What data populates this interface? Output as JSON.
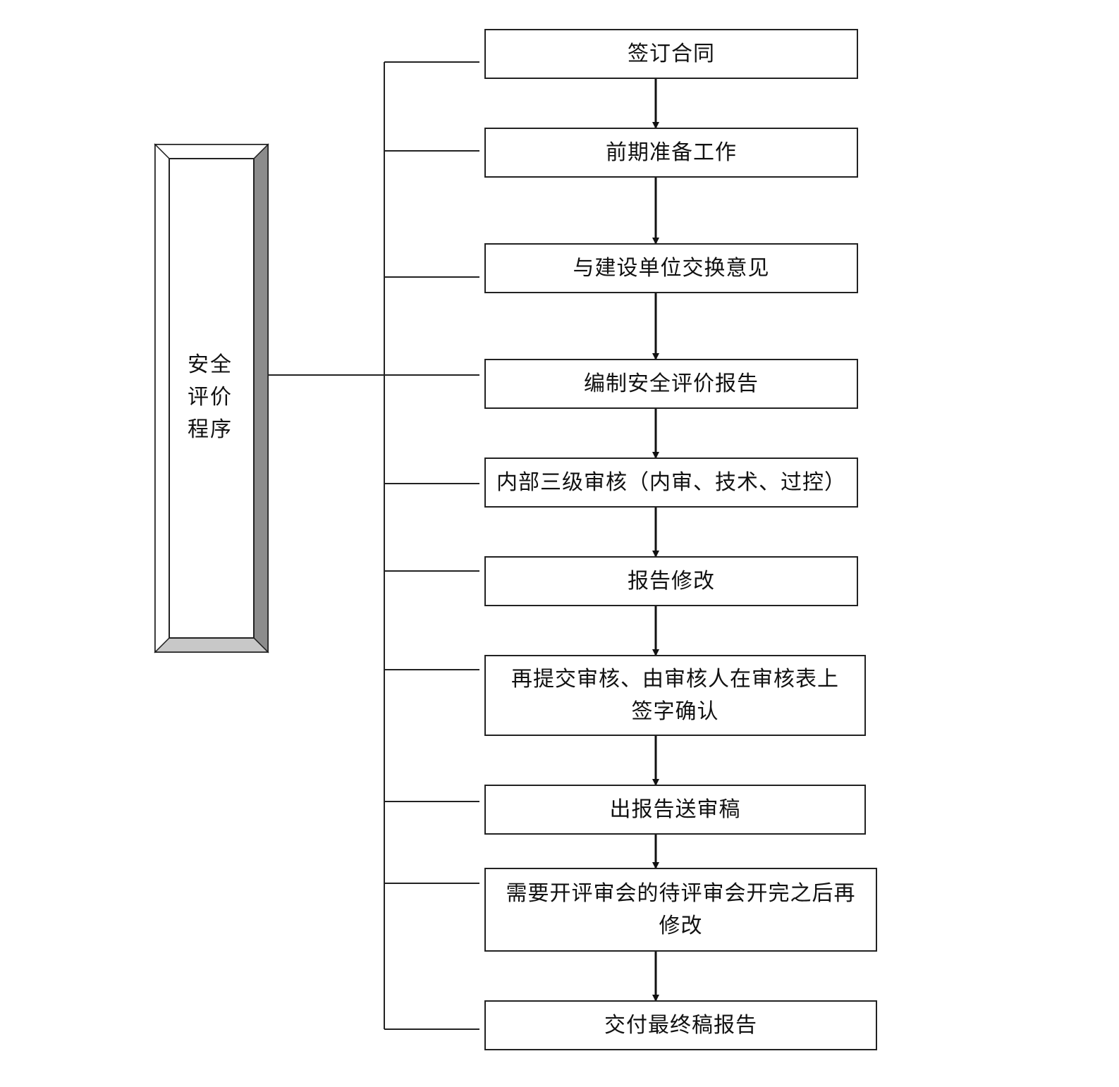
{
  "root": {
    "label": "安全\n评价\n程序"
  },
  "steps": [
    {
      "label": "签订合同"
    },
    {
      "label": "前期准备工作"
    },
    {
      "label": "与建设单位交换意见"
    },
    {
      "label": "编制安全评价报告"
    },
    {
      "label": "内部三级审核（内审、技术、过控）"
    },
    {
      "label": "报告修改"
    },
    {
      "label": "再提交审核、由审核人在审核表上\n签字确认"
    },
    {
      "label": "出报告送审稿"
    },
    {
      "label": "需要开评审会的待评审会开完之后再\n修改"
    },
    {
      "label": "交付最终稿报告"
    }
  ]
}
